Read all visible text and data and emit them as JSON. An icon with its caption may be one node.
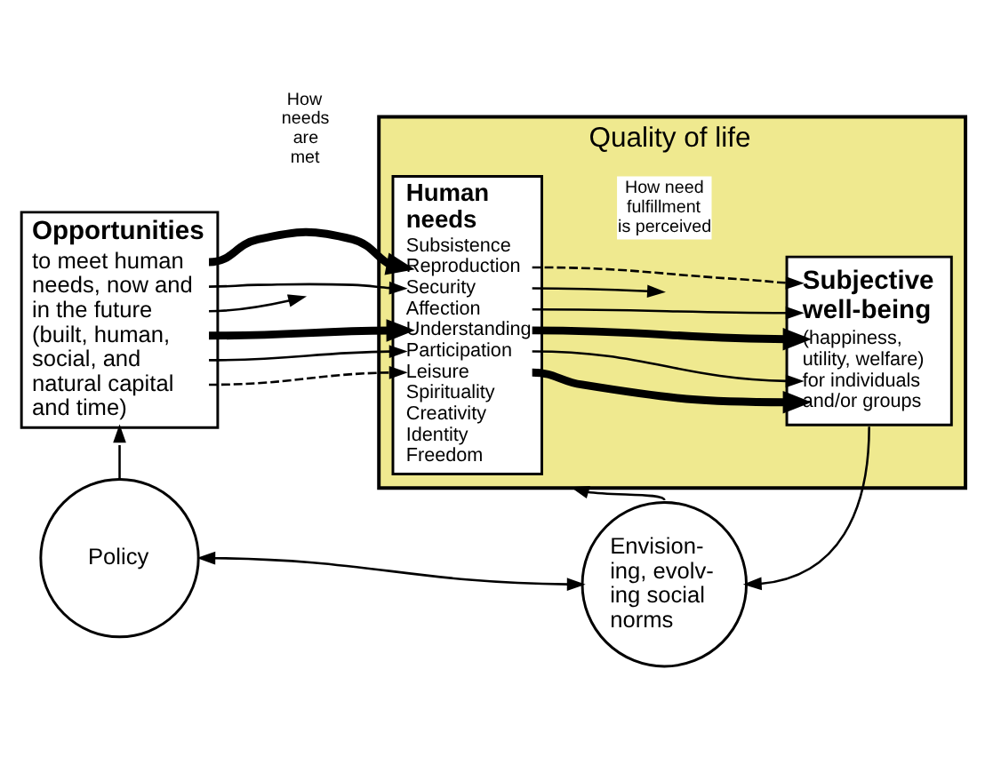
{
  "diagram": {
    "nodes": [
      {
        "text": [
          "Quality of life"
        ]
      },
      {
        "text": [
          "Opportunities",
          "to meet human needs, now and in the future (built, human, social, and natural capital and time)"
        ]
      },
      {
        "text": [
          "Human needs",
          "Subsistence",
          "Reproduction",
          "Security",
          "Affection",
          "Understanding",
          "Participation",
          "Leisure",
          "Spirituality",
          "Creativity",
          "Identity",
          "Freedom"
        ],
        "in": 0
      },
      {
        "text": [
          "Subjective well-being",
          "(happiness, utility, welfare) for individuals and/or groups"
        ],
        "in": 0
      },
      {
        "text": [
          "Policy"
        ]
      },
      {
        "text": [
          "Envision- ing, evolv- ing social norms"
        ]
      }
    ],
    "edges": [
      {
        "from": 1,
        "to": 2,
        "arrow": "to",
        "style": "thick"
      },
      {
        "from": 1,
        "to": 2,
        "arrow": "to"
      },
      {
        "from": 1,
        "to": null,
        "arrow": "to"
      },
      {
        "from": 1,
        "to": 2,
        "arrow": "to",
        "style": "thick"
      },
      {
        "from": 1,
        "to": 2,
        "arrow": "to"
      },
      {
        "from": 1,
        "to": 2,
        "arrow": "to",
        "style": "dashed"
      },
      {
        "from": 2,
        "to": 3,
        "arrow": "to",
        "style": "dashed"
      },
      {
        "from": 2,
        "to": null,
        "arrow": "to"
      },
      {
        "from": 2,
        "to": 3,
        "arrow": "to"
      },
      {
        "from": 2,
        "to": 3,
        "arrow": "to",
        "style": "thick"
      },
      {
        "from": 2,
        "to": 3,
        "arrow": "to"
      },
      {
        "from": 2,
        "to": 3,
        "arrow": "to",
        "style": "thick"
      },
      {
        "from": 5,
        "to": 0,
        "arrow": "to"
      },
      {
        "from": 3,
        "to": 5,
        "arrow": "to"
      },
      {
        "from": 4,
        "to": 1,
        "arrow": "to"
      },
      {
        "from": 4,
        "to": 5,
        "arrow": "both"
      }
    ],
    "labels": [
      "How needs are met",
      "How need fulfillment is perceived"
    ]
  }
}
